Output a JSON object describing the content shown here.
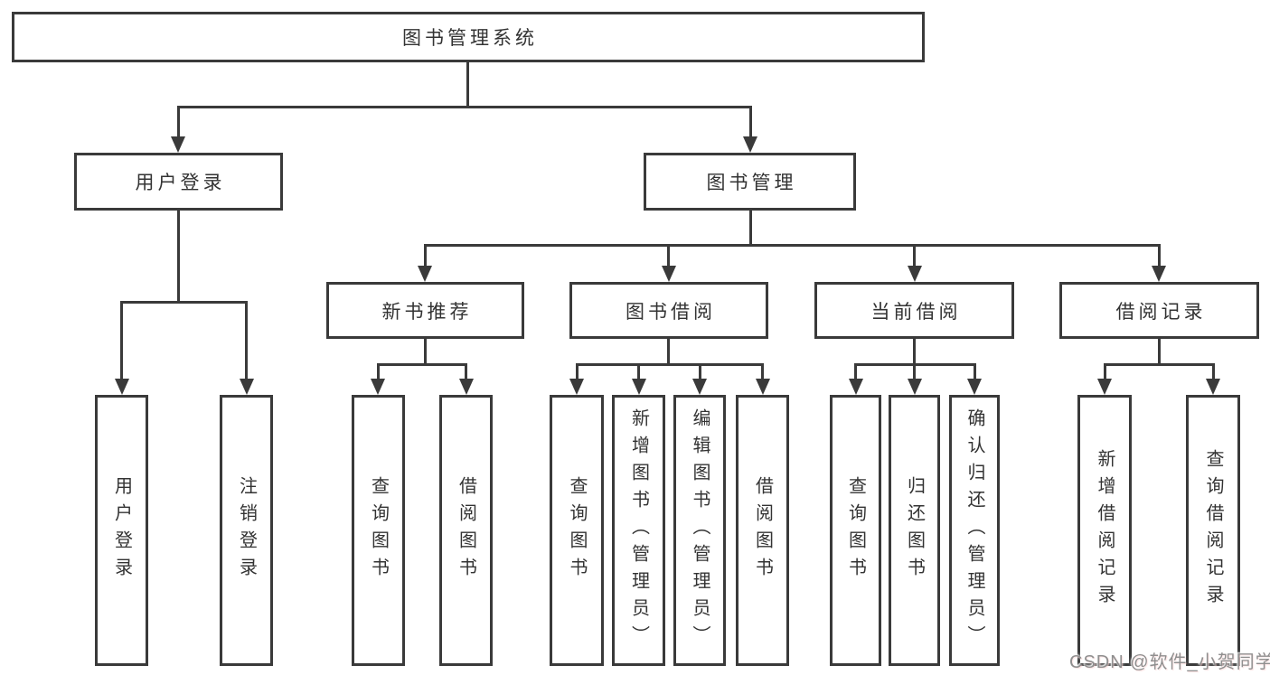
{
  "diagram": {
    "root": {
      "label": "图书管理系统",
      "children": [
        {
          "label": "用户登录",
          "children": [
            {
              "label": "用户登录"
            },
            {
              "label": "注销登录"
            }
          ]
        },
        {
          "label": "图书管理",
          "children": [
            {
              "label": "新书推荐",
              "children": [
                {
                  "label": "查询图书"
                },
                {
                  "label": "借阅图书"
                }
              ]
            },
            {
              "label": "图书借阅",
              "children": [
                {
                  "label": "查询图书"
                },
                {
                  "label": "新增图书（管理员）"
                },
                {
                  "label": "编辑图书（管理员）"
                },
                {
                  "label": "借阅图书"
                }
              ]
            },
            {
              "label": "当前借阅",
              "children": [
                {
                  "label": "查询图书"
                },
                {
                  "label": "归还图书"
                },
                {
                  "label": "确认归还（管理员）"
                }
              ]
            },
            {
              "label": "借阅记录",
              "children": [
                {
                  "label": "新增借阅记录"
                },
                {
                  "label": "查询借阅记录"
                }
              ]
            }
          ]
        }
      ]
    },
    "watermark": "CSDN @软件_小贺同学"
  },
  "colors": {
    "line": "#3a3a3a",
    "text": "#333333",
    "background": "#ffffff",
    "watermark": "#8f8f8f"
  }
}
